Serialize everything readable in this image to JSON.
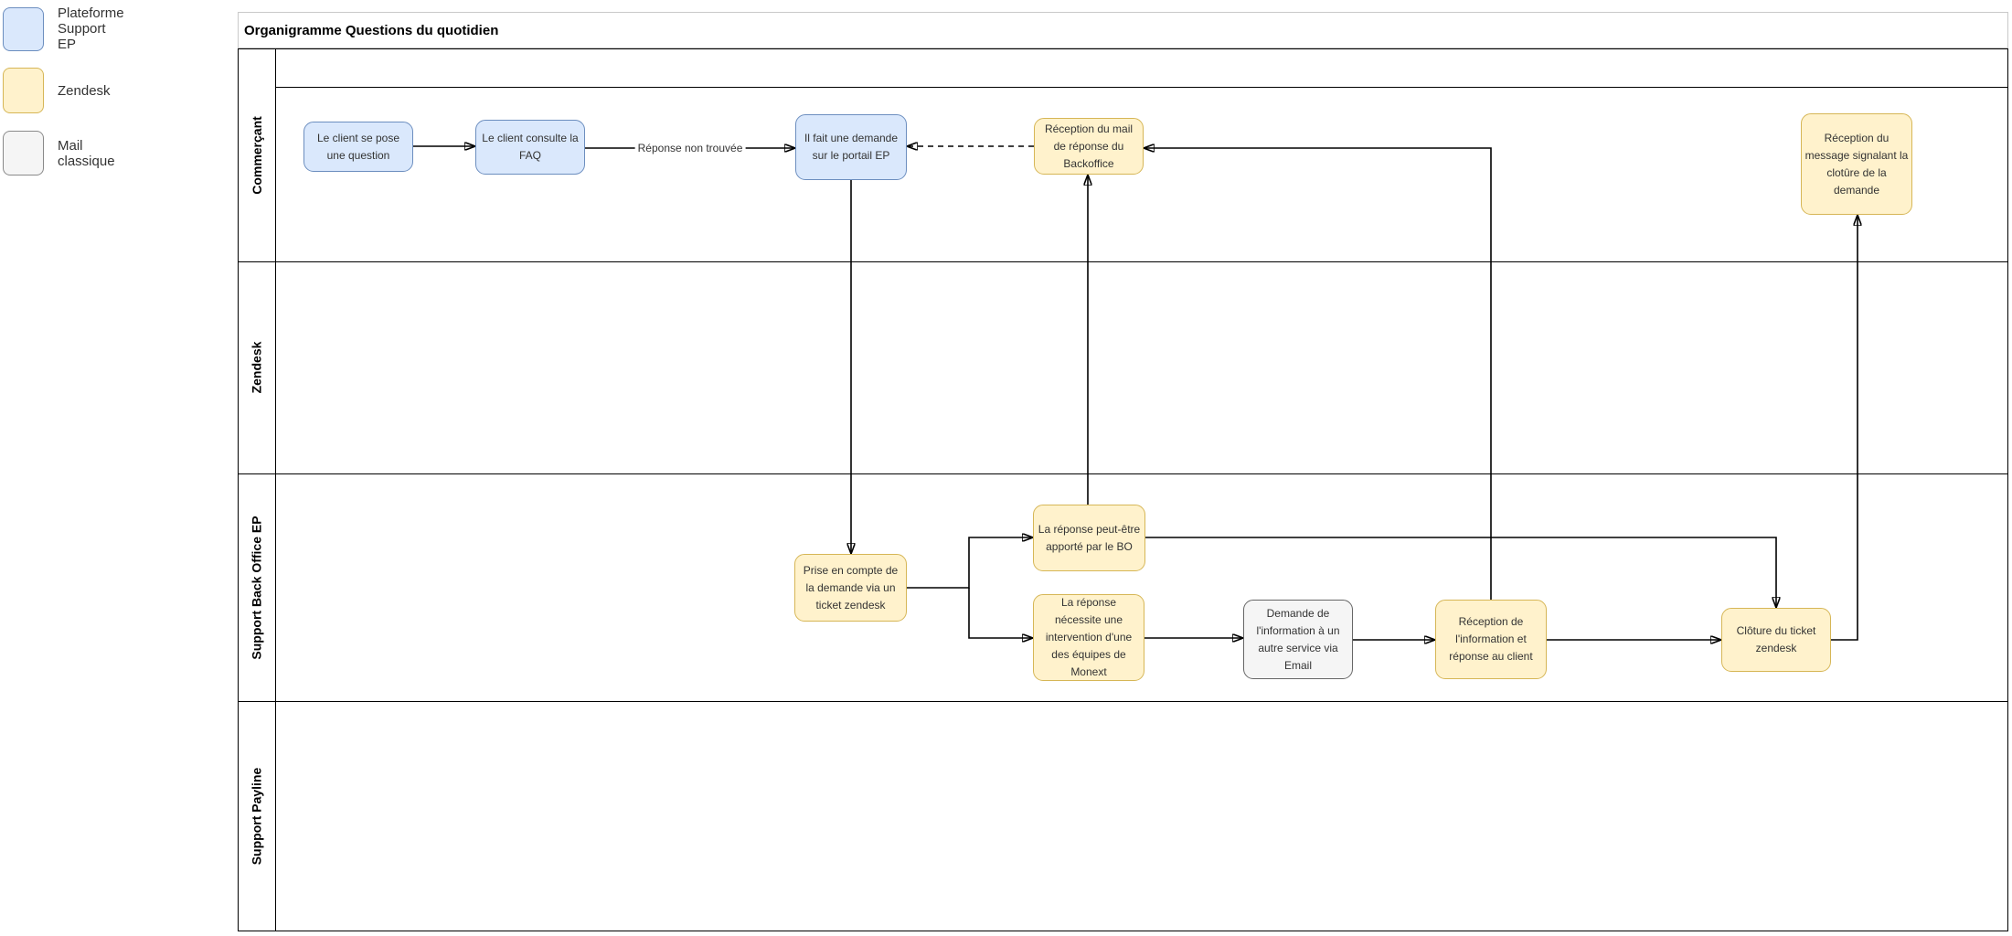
{
  "legend": {
    "items": [
      {
        "id": "plateforme-support-ep",
        "label": "Plateforme\nSupport\nEP",
        "fill": "#dae8fc",
        "border": "#6c8ebf"
      },
      {
        "id": "zendesk",
        "label": "Zendesk",
        "fill": "#fff2cc",
        "border": "#d6b656"
      },
      {
        "id": "mail-classique",
        "label": "Mail\nclassique",
        "fill": "#f5f5f5",
        "border": "#666666"
      }
    ]
  },
  "diagram": {
    "title": "Organigramme Questions du quotidien",
    "lanes": [
      {
        "label": "Commerçant"
      },
      {
        "label": "Zendesk"
      },
      {
        "label": "Support Back Office EP"
      },
      {
        "label": "Support Payline"
      }
    ],
    "nodes": {
      "client_question": {
        "text": "Le client se pose une question",
        "type": "plateforme",
        "lane": "Commerçant"
      },
      "client_faq": {
        "text": "Le client consulte la FAQ",
        "type": "plateforme",
        "lane": "Commerçant"
      },
      "demande_portail": {
        "text": "Il fait une demande sur le portail EP",
        "type": "plateforme",
        "lane": "Commerçant"
      },
      "reception_mail_bo": {
        "text": "Réception du mail de réponse du Backoffice",
        "type": "zendesk",
        "lane": "Commerçant"
      },
      "reception_message_cloture": {
        "text": "Réception du message signalant la clotûre de la demande",
        "type": "zendesk",
        "lane": "Commerçant"
      },
      "prise_en_compte": {
        "text": "Prise en compte de la demande via un ticket zendesk",
        "type": "zendesk",
        "lane": "Support Back Office EP"
      },
      "reponse_bo": {
        "text": "La réponse peut-être apporté par le BO",
        "type": "zendesk",
        "lane": "Support Back Office EP"
      },
      "reponse_intervention": {
        "text": "La réponse nécessite une intervention d'une des équipes de Monext",
        "type": "zendesk",
        "lane": "Support Back Office EP"
      },
      "demande_info_email": {
        "text": "Demande de l'information à un autre service via Email",
        "type": "mail",
        "lane": "Support Back Office EP"
      },
      "reception_info_reponse": {
        "text": "Réception de l'information et réponse au client",
        "type": "zendesk",
        "lane": "Support Back Office EP"
      },
      "cloture_ticket": {
        "text": "Clôture du ticket zendesk",
        "type": "zendesk",
        "lane": "Support Back Office EP"
      }
    },
    "edges": [
      {
        "from": "client_question",
        "to": "client_faq",
        "label": "",
        "style": "solid"
      },
      {
        "from": "client_faq",
        "to": "demande_portail",
        "label": "Réponse non trouvée",
        "style": "solid"
      },
      {
        "from": "reception_mail_bo",
        "to": "demande_portail",
        "label": "",
        "style": "dashed"
      },
      {
        "from": "demande_portail",
        "to": "prise_en_compte",
        "label": "",
        "style": "solid"
      },
      {
        "from": "prise_en_compte",
        "to": "reponse_bo",
        "label": "",
        "style": "solid"
      },
      {
        "from": "prise_en_compte",
        "to": "reponse_intervention",
        "label": "",
        "style": "solid"
      },
      {
        "from": "reponse_bo",
        "to": "reception_mail_bo",
        "label": "",
        "style": "solid"
      },
      {
        "from": "reponse_intervention",
        "to": "demande_info_email",
        "label": "",
        "style": "solid"
      },
      {
        "from": "demande_info_email",
        "to": "reception_info_reponse",
        "label": "",
        "style": "solid"
      },
      {
        "from": "reception_info_reponse",
        "to": "reception_mail_bo",
        "label": "",
        "style": "solid"
      },
      {
        "from": "reception_info_reponse",
        "to": "cloture_ticket",
        "label": "",
        "style": "solid"
      },
      {
        "from": "reponse_bo",
        "to": "cloture_ticket",
        "label": "",
        "style": "solid"
      },
      {
        "from": "cloture_ticket",
        "to": "reception_message_cloture",
        "label": "",
        "style": "solid"
      }
    ]
  }
}
